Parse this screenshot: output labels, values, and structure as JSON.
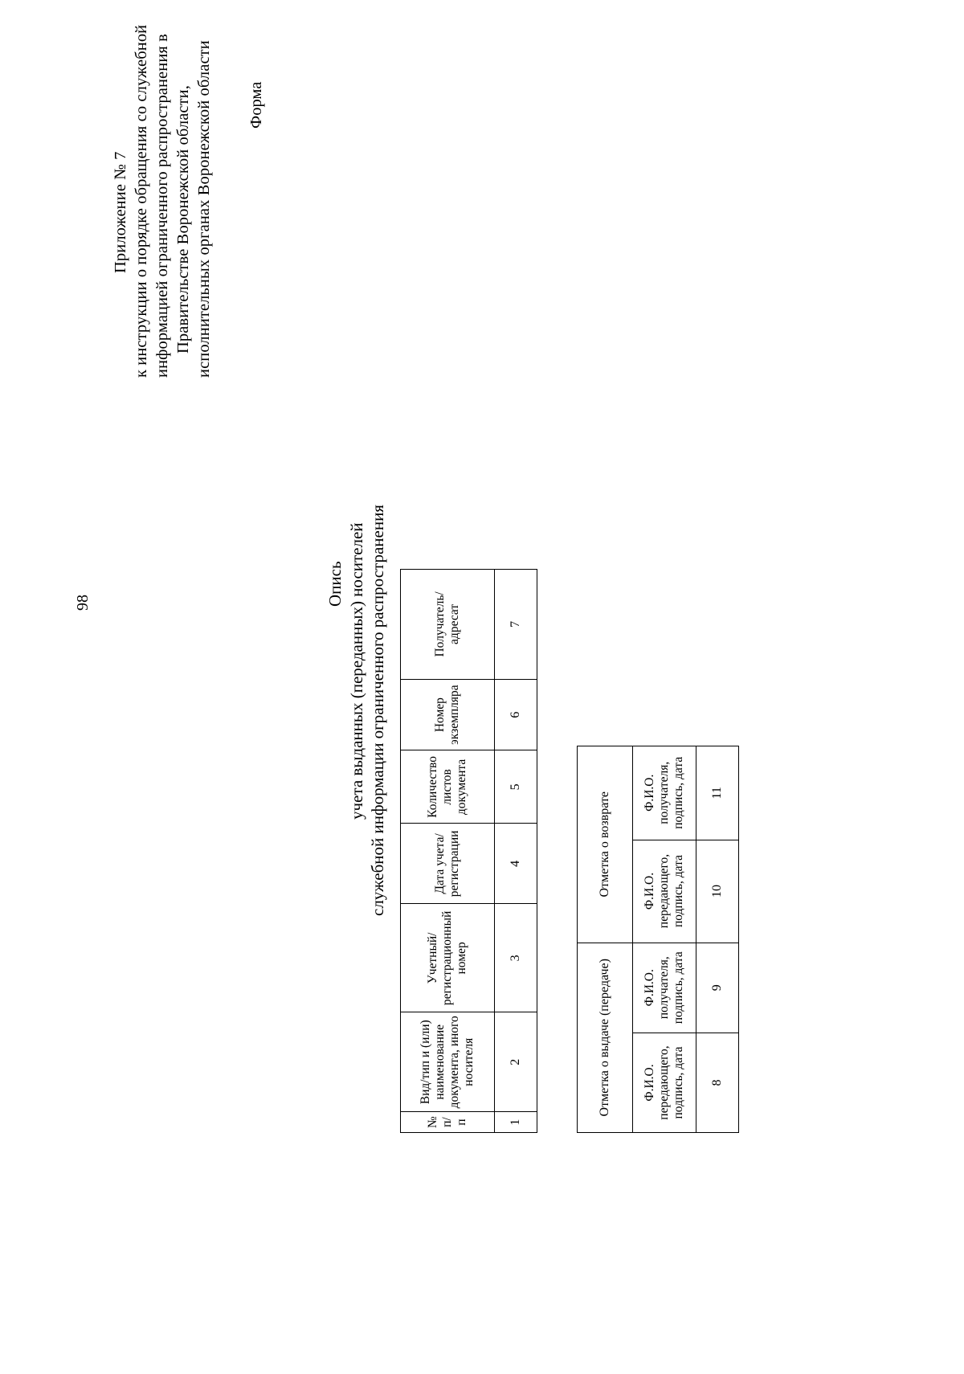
{
  "document": {
    "page_number": "98",
    "appendix_label": "Приложение № 7",
    "header_lines": [
      "Приложение № 7",
      "к инструкции о порядке обращения со служебной",
      "информацией ограниченного распространения в",
      "Правительстве Воронежской области,",
      "исполнительных органах Воронежской области"
    ],
    "form_label": "Форма",
    "title_lines": [
      "Опись",
      "учета выданных (переданных) носителей",
      "служебной информации ограниченного распространения"
    ]
  },
  "table_main": {
    "headers": [
      "№\nп/п",
      "Вид/тип и (или) наименование\nдокумента, иного носителя",
      "Учетный/\nрегистрационный номер",
      "Дата учета/\nрегистрации",
      "Количество\nлистов\nдокумента",
      "Номер\nэкземпляра",
      "Получатель/\nадресат"
    ],
    "header_col_1_line1": "№",
    "header_col_1_line2": "п/п",
    "header_col_2_line1": "Вид/тип и (или) наименование",
    "header_col_2_line2": "документа, иного носителя",
    "header_col_3_line1": "Учетный/",
    "header_col_3_line2": "регистрационный номер",
    "header_col_4_line1": "Дата учета/",
    "header_col_4_line2": "регистрации",
    "header_col_5_line1": "Количество",
    "header_col_5_line2": "листов",
    "header_col_5_line3": "документа",
    "header_col_6_line1": "Номер",
    "header_col_6_line2": "экземпляра",
    "header_col_7_line1": "Получатель/",
    "header_col_7_line2": "адресат",
    "number_row": [
      "1",
      "2",
      "3",
      "4",
      "5",
      "6",
      "7"
    ]
  },
  "table_marks": {
    "group_issue": "Отметка о выдаче (передаче)",
    "group_return": "Отметка о возврате",
    "sub_issue_1_line1": "Ф.И.О. передающего,",
    "sub_issue_1_line2": "подпись, дата",
    "sub_issue_2_line1": "Ф.И.О. получателя,",
    "sub_issue_2_line2": "подпись, дата",
    "sub_return_1_line1": "Ф.И.О. передающего,",
    "sub_return_1_line2": "подпись, дата",
    "sub_return_2_line1": "Ф.И.О. получателя,",
    "sub_return_2_line2": "подпись, дата",
    "number_row": [
      "8",
      "9",
      "10",
      "11"
    ]
  }
}
